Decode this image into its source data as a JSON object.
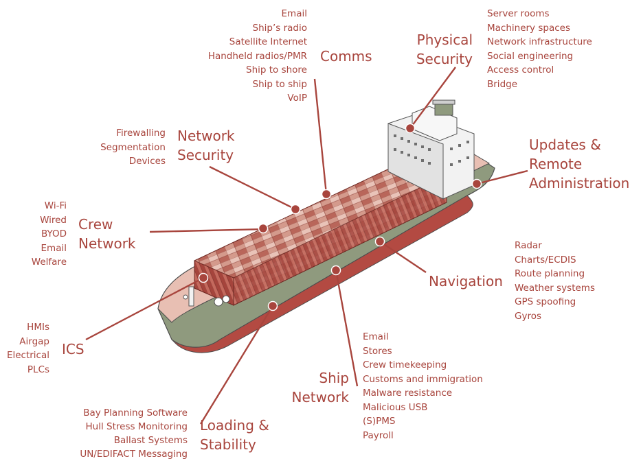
{
  "colors": {
    "accent": "#a8453d",
    "hull_red": "#b34a42",
    "hull_green": "#8f9a7e",
    "deck": "#e8bfb3",
    "superstructure": "#f2f2f2"
  },
  "sections": {
    "comms": {
      "title": "Comms",
      "items": [
        "Email",
        "Ship’s radio",
        "Satellite Internet",
        "Handheld radios/PMR",
        "Ship to shore",
        "Ship to ship",
        "VoIP"
      ]
    },
    "physical": {
      "title": [
        "Physical",
        "Security"
      ],
      "items": [
        "Server rooms",
        "Machinery spaces",
        "Network infrastructure",
        "Social engineering",
        "Access control",
        "Bridge"
      ]
    },
    "netsec": {
      "title": [
        "Network",
        "Security"
      ],
      "items": [
        "Firewalling",
        "Segmentation",
        "Devices"
      ]
    },
    "updates": {
      "title": [
        "Updates &",
        "Remote",
        "Administration"
      ]
    },
    "crew": {
      "title": [
        "Crew",
        "Network"
      ],
      "items": [
        "Wi-Fi",
        "Wired",
        "BYOD",
        "Email",
        "Welfare"
      ]
    },
    "navigation": {
      "title": "Navigation",
      "items": [
        "Radar",
        "Charts/ECDIS",
        "Route planning",
        "Weather systems",
        "GPS spoofing",
        "Gyros"
      ]
    },
    "ics": {
      "title": "ICS",
      "items": [
        "HMIs",
        "Airgap",
        "Electrical",
        "PLCs"
      ]
    },
    "ship": {
      "title": [
        "Ship",
        "Network"
      ],
      "items": [
        "Email",
        "Stores",
        "Crew timekeeping",
        "Customs and immigration",
        "Malware resistance",
        "Malicious USB",
        "(S)PMS",
        "Payroll"
      ]
    },
    "loading": {
      "title": [
        "Loading &",
        "Stability"
      ],
      "items": [
        "Bay Planning Software",
        "Hull Stress Monitoring",
        "Ballast Systems",
        "UN/EDIFACT Messaging"
      ]
    }
  }
}
